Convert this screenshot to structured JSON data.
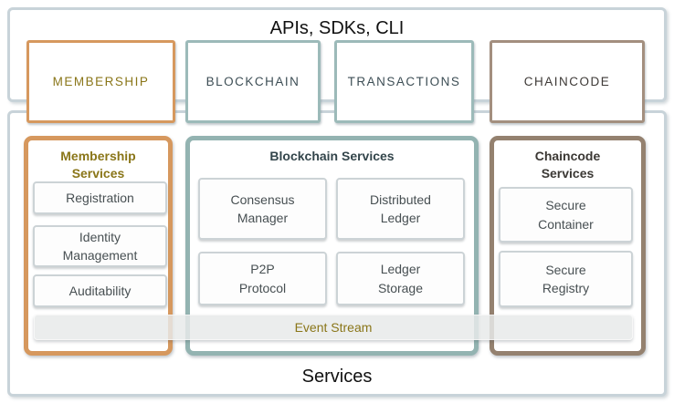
{
  "diagram": {
    "api_panel": {
      "title": "APIs, SDKs, CLI"
    },
    "services_panel": {
      "title": "Services"
    },
    "api_boxes": [
      {
        "label": "MEMBERSHIP"
      },
      {
        "label": "BLOCKCHAIN"
      },
      {
        "label": "TRANSACTIONS"
      },
      {
        "label": "CHAINCODE"
      }
    ],
    "groups": [
      {
        "title": "Membership\nServices",
        "items": [
          {
            "label": "Registration"
          },
          {
            "label": "Identity\nManagement"
          },
          {
            "label": "Auditability"
          }
        ]
      },
      {
        "title": "Blockchain Services",
        "items": [
          {
            "label": "Consensus\nManager"
          },
          {
            "label": "Distributed\nLedger"
          },
          {
            "label": "P2P\nProtocol"
          },
          {
            "label": "Ledger\nStorage"
          }
        ]
      },
      {
        "title": "Chaincode\nServices",
        "items": [
          {
            "label": "Secure\nContainer"
          },
          {
            "label": "Secure\nRegistry"
          }
        ]
      }
    ],
    "event_stream": {
      "label": "Event Stream"
    },
    "colors": {
      "panel_border": "#c8d3d9",
      "membership_accent": "#d6985e",
      "blockchain_accent": "#9cbab9",
      "blockchain_group_accent": "#93b3b1",
      "chaincode_accent": "#a38f7f",
      "chaincode_group_accent": "#94816f",
      "olive_text": "#8a7619",
      "slate_text": "#3d4e55",
      "dark_text": "#3e3a37",
      "cell_text": "#474f52"
    }
  }
}
